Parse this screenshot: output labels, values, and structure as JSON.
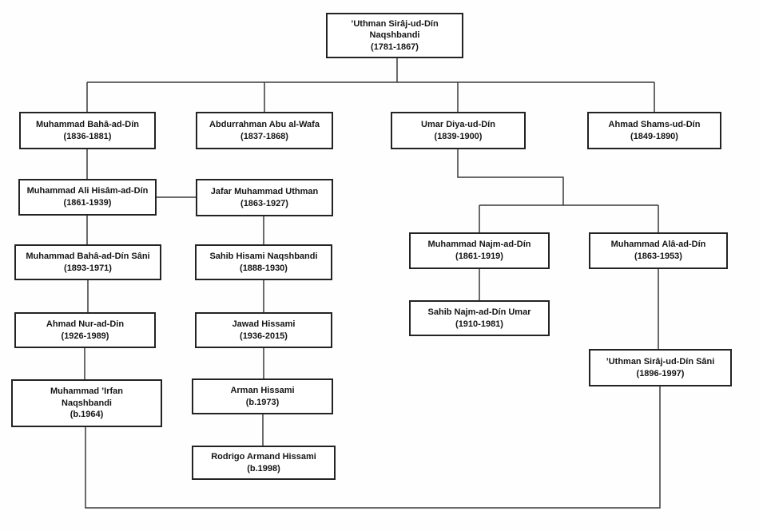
{
  "diagram": {
    "type": "family-tree",
    "subject": "Naqshbandi lineage chart"
  },
  "colors": {
    "box_border": "#232323",
    "connector_line": "#3a3a3a",
    "background": "#ffffff",
    "text": "#151515"
  },
  "nodes": [
    {
      "id": "uthman-siraj-ud-din-naqshbandi",
      "name": "’Uthman Sirâj-ud-Dín Naqshbandi",
      "years": "(1781-1867)"
    },
    {
      "id": "muhammad-baha-ad-din",
      "name": "Muhammad Bahâ-ad-Dín",
      "years": "(1836-1881)"
    },
    {
      "id": "abdurrahman-abu-al-wafa",
      "name": "Abdurrahman Abu al-Wafa",
      "years": "(1837-1868)"
    },
    {
      "id": "umar-diya-ud-din",
      "name": "Umar Diya-ud-Dín",
      "years": "(1839-1900)"
    },
    {
      "id": "ahmad-shams-ud-din",
      "name": "Ahmad Shams-ud-Dín",
      "years": "(1849-1890)"
    },
    {
      "id": "muhammad-ali-hisam-ad-din",
      "name": "Muhammad Ali Hisâm-ad-Dín",
      "years": "(1861-1939)"
    },
    {
      "id": "jafar-muhammad-uthman",
      "name": "Jafar Muhammad Uthman",
      "years": "(1863-1927)"
    },
    {
      "id": "muhammad-baha-ad-din-sani",
      "name": "Muhammad Bahâ-ad-Dín Sâni",
      "years": "(1893-1971)"
    },
    {
      "id": "sahib-hisami-naqshbandi",
      "name": "Sahib Hisami Naqshbandi",
      "years": "(1888-1930)"
    },
    {
      "id": "ahmad-nur-ad-din",
      "name": "Ahmad Nur-ad-Din",
      "years": "(1926-1989)"
    },
    {
      "id": "jawad-hissami",
      "name": "Jawad Hissami",
      "years": "(1936-2015)"
    },
    {
      "id": "muhammad-irfan-naqshbandi",
      "name": "Muhammad ’Irfan Naqshbandi",
      "years": "(b.1964)"
    },
    {
      "id": "arman-hissami",
      "name": "Arman Hissami",
      "years": "(b.1973)"
    },
    {
      "id": "rodrigo-armand-hissami",
      "name": "Rodrigo Armand Hissami",
      "years": "(b.1998)"
    },
    {
      "id": "muhammad-najm-ad-din",
      "name": "Muhammad Najm-ad-Dín",
      "years": "(1861-1919)"
    },
    {
      "id": "muhammad-ala-ad-din",
      "name": "Muhammad Alâ-ad-Dín",
      "years": "(1863-1953)"
    },
    {
      "id": "sahib-najm-ad-din-umar",
      "name": "Sahib Najm-ad-Dín Umar",
      "years": "(1910-1981)"
    },
    {
      "id": "uthman-siraj-ud-din-sani",
      "name": "’Uthman Sirâj-ud-Dín Sâni",
      "years": "(1896-1997)"
    }
  ],
  "edges": [
    {
      "from": "uthman-siraj-ud-din-naqshbandi",
      "to": "muhammad-baha-ad-din"
    },
    {
      "from": "uthman-siraj-ud-din-naqshbandi",
      "to": "abdurrahman-abu-al-wafa"
    },
    {
      "from": "uthman-siraj-ud-din-naqshbandi",
      "to": "umar-diya-ud-din"
    },
    {
      "from": "uthman-siraj-ud-din-naqshbandi",
      "to": "ahmad-shams-ud-din"
    },
    {
      "from": "muhammad-baha-ad-din",
      "to": "muhammad-ali-hisam-ad-din"
    },
    {
      "from": "muhammad-ali-hisam-ad-din",
      "to": "jafar-muhammad-uthman",
      "style": "lateral"
    },
    {
      "from": "muhammad-ali-hisam-ad-din",
      "to": "muhammad-baha-ad-din-sani"
    },
    {
      "from": "muhammad-baha-ad-din-sani",
      "to": "ahmad-nur-ad-din"
    },
    {
      "from": "ahmad-nur-ad-din",
      "to": "muhammad-irfan-naqshbandi"
    },
    {
      "from": "jafar-muhammad-uthman",
      "to": "sahib-hisami-naqshbandi"
    },
    {
      "from": "sahib-hisami-naqshbandi",
      "to": "jawad-hissami"
    },
    {
      "from": "jawad-hissami",
      "to": "arman-hissami"
    },
    {
      "from": "arman-hissami",
      "to": "rodrigo-armand-hissami"
    },
    {
      "from": "umar-diya-ud-din",
      "to": "muhammad-najm-ad-din"
    },
    {
      "from": "umar-diya-ud-din",
      "to": "muhammad-ala-ad-din"
    },
    {
      "from": "muhammad-najm-ad-din",
      "to": "sahib-najm-ad-din-umar"
    },
    {
      "from": "muhammad-ala-ad-din",
      "to": "uthman-siraj-ud-din-sani"
    },
    {
      "from": "uthman-siraj-ud-din-sani",
      "to": "muhammad-irfan-naqshbandi",
      "style": "bottom-loop"
    }
  ]
}
